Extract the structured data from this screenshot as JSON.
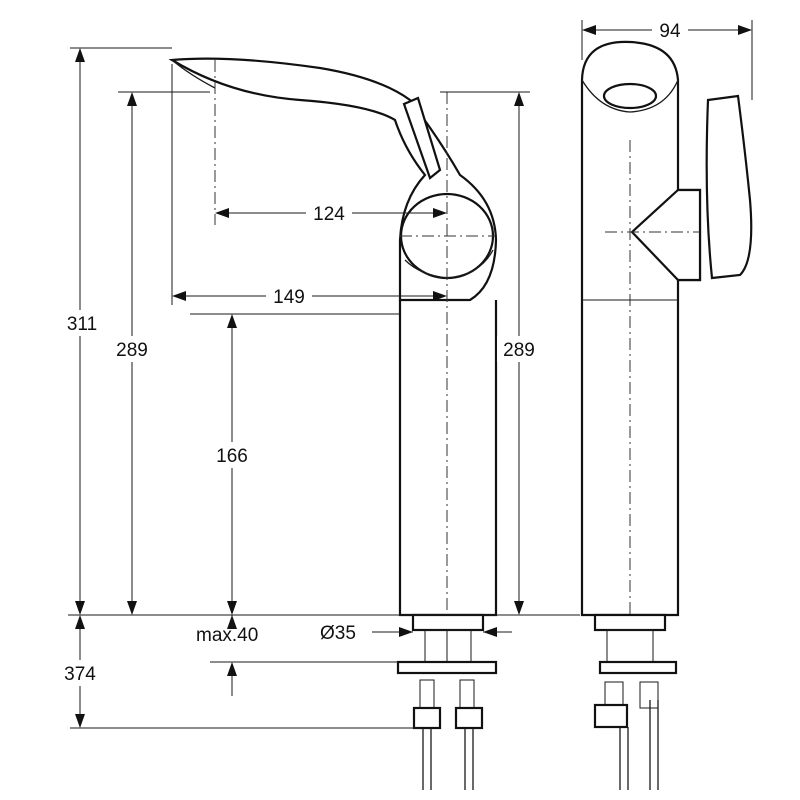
{
  "drawing": {
    "type": "technical-drawing",
    "subject": "tall single-lever basin mixer with supply pipes",
    "views": [
      "side",
      "front"
    ],
    "dimensions": {
      "overall_height": "311",
      "spout_height_left": "289",
      "spout_height_right": "289",
      "body_height": "166",
      "handle_reach": "124",
      "spout_reach": "149",
      "width": "94",
      "diameter": "Ø35",
      "max_deck": "max.40",
      "below_deck": "374"
    }
  }
}
